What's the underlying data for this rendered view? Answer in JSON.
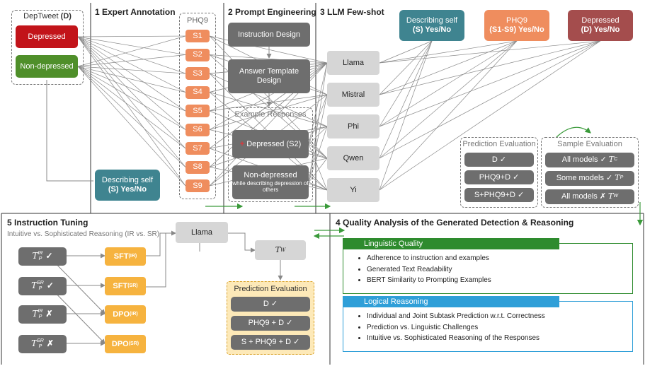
{
  "dataset": {
    "title": "DepTweet",
    "title_suffix": "(D)",
    "depressed": "Depressed",
    "non_depressed": "Non-depressed"
  },
  "panel1": {
    "title": "1 Expert Annotation",
    "phq_title": "PHQ9",
    "symptoms": [
      "S1",
      "S2",
      "S3",
      "S4",
      "S5",
      "S6",
      "S7",
      "S8",
      "S9"
    ],
    "describing_self": "Describing self",
    "describing_self_sub": "(S) Yes/No"
  },
  "panel2": {
    "title": "2 Prompt Engineering",
    "instruction": "Instruction Design",
    "answer_template": "Answer Template Design",
    "examples_title": "Example Responses",
    "ex_depressed": "Depressed (S2)",
    "ex_nondep": "Non-depressed",
    "ex_nondep_sub": "while describing depression of others"
  },
  "panel3": {
    "title": "3 LLM Few-shot",
    "models": [
      "Llama",
      "Mistral",
      "Phi",
      "Qwen",
      "Yi"
    ],
    "out_self": "Describing self",
    "out_self_sub": "(S) Yes/No",
    "out_phq": "PHQ9",
    "out_phq_sub": "(S1-S9) Yes/No",
    "out_dep": "Depressed",
    "out_dep_sub": "(D) Yes/No",
    "pred_eval_title": "Prediction Evaluation",
    "pred_eval": [
      "D ✓",
      "PHQ9+D ✓",
      "S+PHQ9+D ✓"
    ],
    "sample_eval_title": "Sample Evaluation",
    "sample_eval": [
      "All models ✓",
      "Some models ✓",
      "All models ✗"
    ],
    "sample_eval_t": [
      "T",
      "T",
      "T"
    ],
    "sample_eval_sub": [
      "C",
      "P",
      "W"
    ]
  },
  "panel4": {
    "title": "4 Quality Analysis of the Generated Detection & Reasoning",
    "ling_title": "Linguistic Quality",
    "ling_items": [
      "Adherence to instruction and examples",
      "Generated Text Readability",
      "BERT Similarity to Prompting Examples"
    ],
    "logic_title": "Logical Reasoning",
    "logic_items": [
      "Individual and Joint Subtask Prediction w.r.t. Correctness",
      "Prediction vs. Linguistic Challenges",
      "Intuitive vs. Sophisticated Reasoning of the Responses"
    ]
  },
  "panel5": {
    "title": "5 Instruction Tuning",
    "subtitle": "Intuitive vs. Sophisticated Reasoning (IR vs. SR)",
    "inputs": [
      {
        "t": "T",
        "sub": "P",
        "sup": "IR",
        "mark": "✓"
      },
      {
        "t": "T",
        "sub": "P",
        "sup": "SR",
        "mark": "✓"
      },
      {
        "t": "T",
        "sub": "P",
        "sup": "IR",
        "mark": "✗"
      },
      {
        "t": "T",
        "sub": "P",
        "sup": "SR",
        "mark": "✗"
      }
    ],
    "methods": [
      {
        "name": "SFT",
        "sub": "(IR)"
      },
      {
        "name": "SFT",
        "sub": "(SR)"
      },
      {
        "name": "DPO",
        "sub": "(IR)"
      },
      {
        "name": "DPO",
        "sub": "(SR)"
      }
    ],
    "llama": "Llama",
    "tw": "T",
    "tw_sub": "W",
    "pred_eval_title": "Prediction Evaluation",
    "pred_eval": [
      "D ✓",
      "PHQ9 + D ✓",
      "S + PHQ9 + D ✓"
    ]
  },
  "colors": {
    "depressed": "#c2141a",
    "non_depressed": "#4f8f2a",
    "phq": "#ef8d5e",
    "teal": "#3f8490",
    "yellow": "#f6b33f",
    "accent_green": "#2e8b2e",
    "accent_blue": "#2f9fd8"
  }
}
